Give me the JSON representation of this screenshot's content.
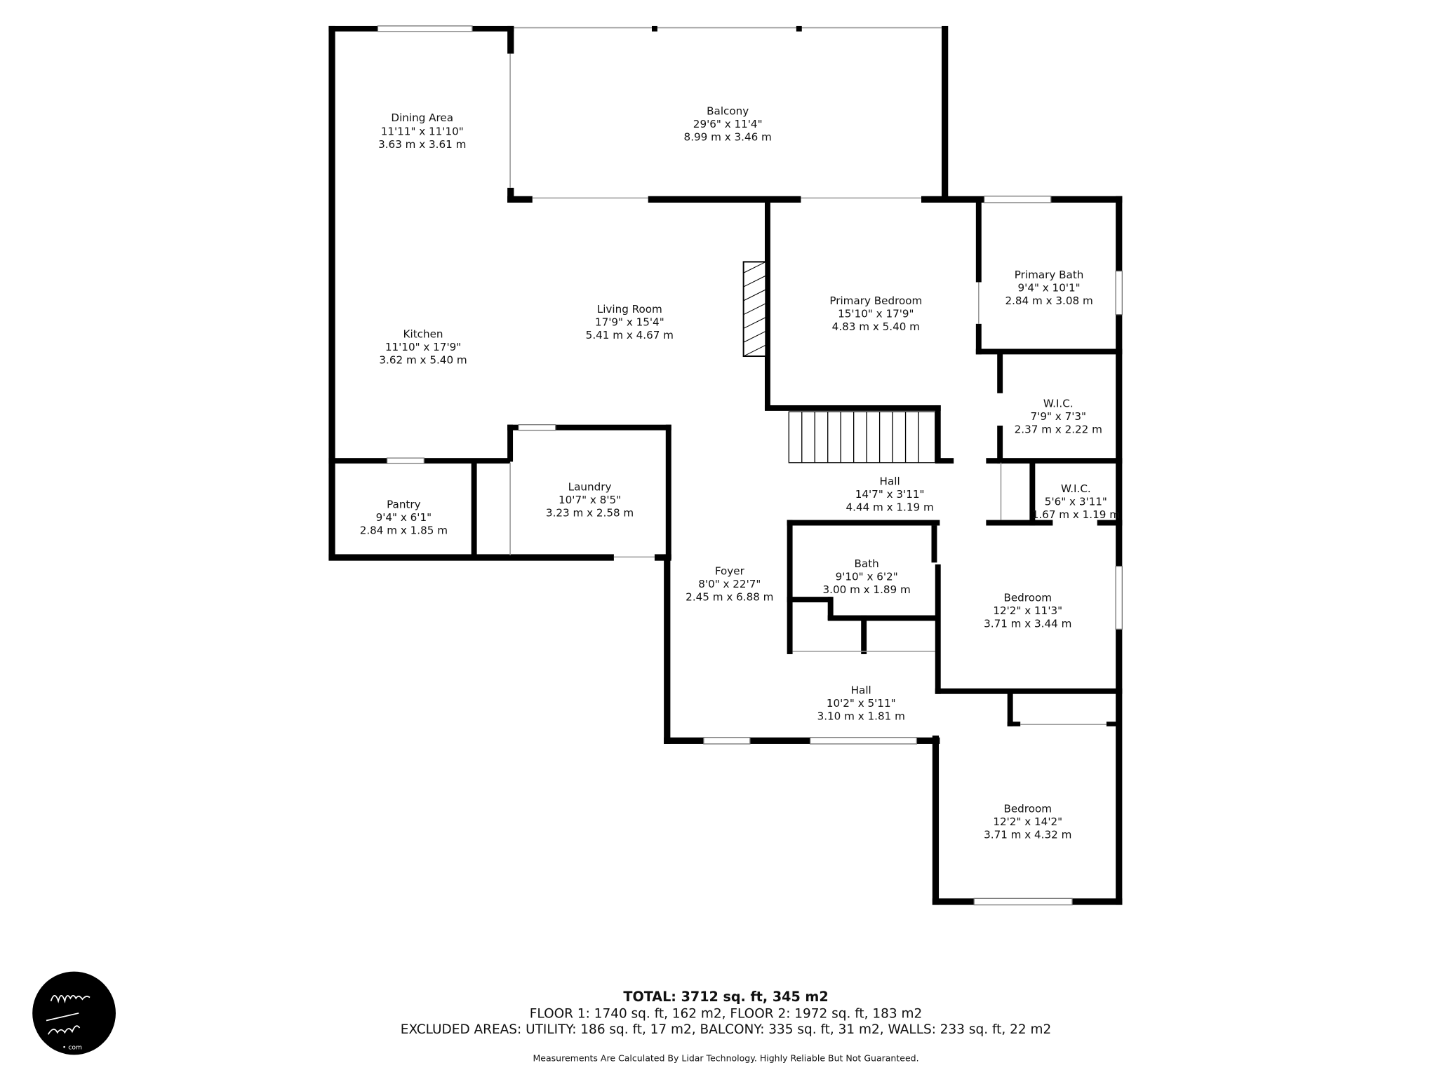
{
  "rooms": [
    {
      "name": "Dining Area",
      "dim_ft": "11'11\" x 11'10\"",
      "dim_m": "3.63 m x 3.61 m"
    },
    {
      "name": "Balcony",
      "dim_ft": "29'6\" x 11'4\"",
      "dim_m": "8.99 m x 3.46 m"
    },
    {
      "name": "Primary Bath",
      "dim_ft": "9'4\" x 10'1\"",
      "dim_m": "2.84 m x 3.08 m"
    },
    {
      "name": "Primary Bedroom",
      "dim_ft": "15'10\" x 17'9\"",
      "dim_m": "4.83 m x 5.40 m"
    },
    {
      "name": "Living Room",
      "dim_ft": "17'9\" x 15'4\"",
      "dim_m": "5.41 m x 4.67 m"
    },
    {
      "name": "Kitchen",
      "dim_ft": "11'10\" x 17'9\"",
      "dim_m": "3.62 m x 5.40 m"
    },
    {
      "name": "W.I.C.",
      "dim_ft": "7'9\" x 7'3\"",
      "dim_m": "2.37 m x 2.22 m"
    },
    {
      "name": "Hall",
      "dim_ft": "14'7\" x 3'11\"",
      "dim_m": "4.44 m x 1.19 m"
    },
    {
      "name": "W.I.C.",
      "dim_ft": "5'6\" x 3'11\"",
      "dim_m": "1.67 m x 1.19 m"
    },
    {
      "name": "Laundry",
      "dim_ft": "10'7\" x 8'5\"",
      "dim_m": "3.23 m x 2.58 m"
    },
    {
      "name": "Pantry",
      "dim_ft": "9'4\" x 6'1\"",
      "dim_m": "2.84 m x 1.85 m"
    },
    {
      "name": "Bath",
      "dim_ft": "9'10\" x 6'2\"",
      "dim_m": "3.00 m x 1.89 m"
    },
    {
      "name": "Foyer",
      "dim_ft": "8'0\" x 22'7\"",
      "dim_m": "2.45 m x 6.88 m"
    },
    {
      "name": "Bedroom",
      "dim_ft": "12'2\" x 11'3\"",
      "dim_m": "3.71 m x 3.44 m"
    },
    {
      "name": "Hall",
      "dim_ft": "10'2\" x 5'11\"",
      "dim_m": "3.10 m x 1.81 m"
    },
    {
      "name": "Bedroom",
      "dim_ft": "12'2\" x 14'2\"",
      "dim_m": "3.71 m x 4.32 m"
    }
  ],
  "summary": {
    "total": "TOTAL: 3712 sq. ft, 345 m2",
    "floors": "FLOOR 1: 1740 sq. ft, 162 m2, FLOOR 2: 1972 sq. ft, 183 m2",
    "excluded": "EXCLUDED AREAS: UTILITY: 186 sq. ft, 17 m2, BALCONY: 335 sq. ft, 31 m2, WALLS: 233 sq. ft, 22 m2",
    "disclaimer": "Measurements Are Calculated By Lidar Technology. Highly Reliable But Not Guaranteed."
  },
  "logo": {
    "text": "Wylie Ford .com"
  }
}
